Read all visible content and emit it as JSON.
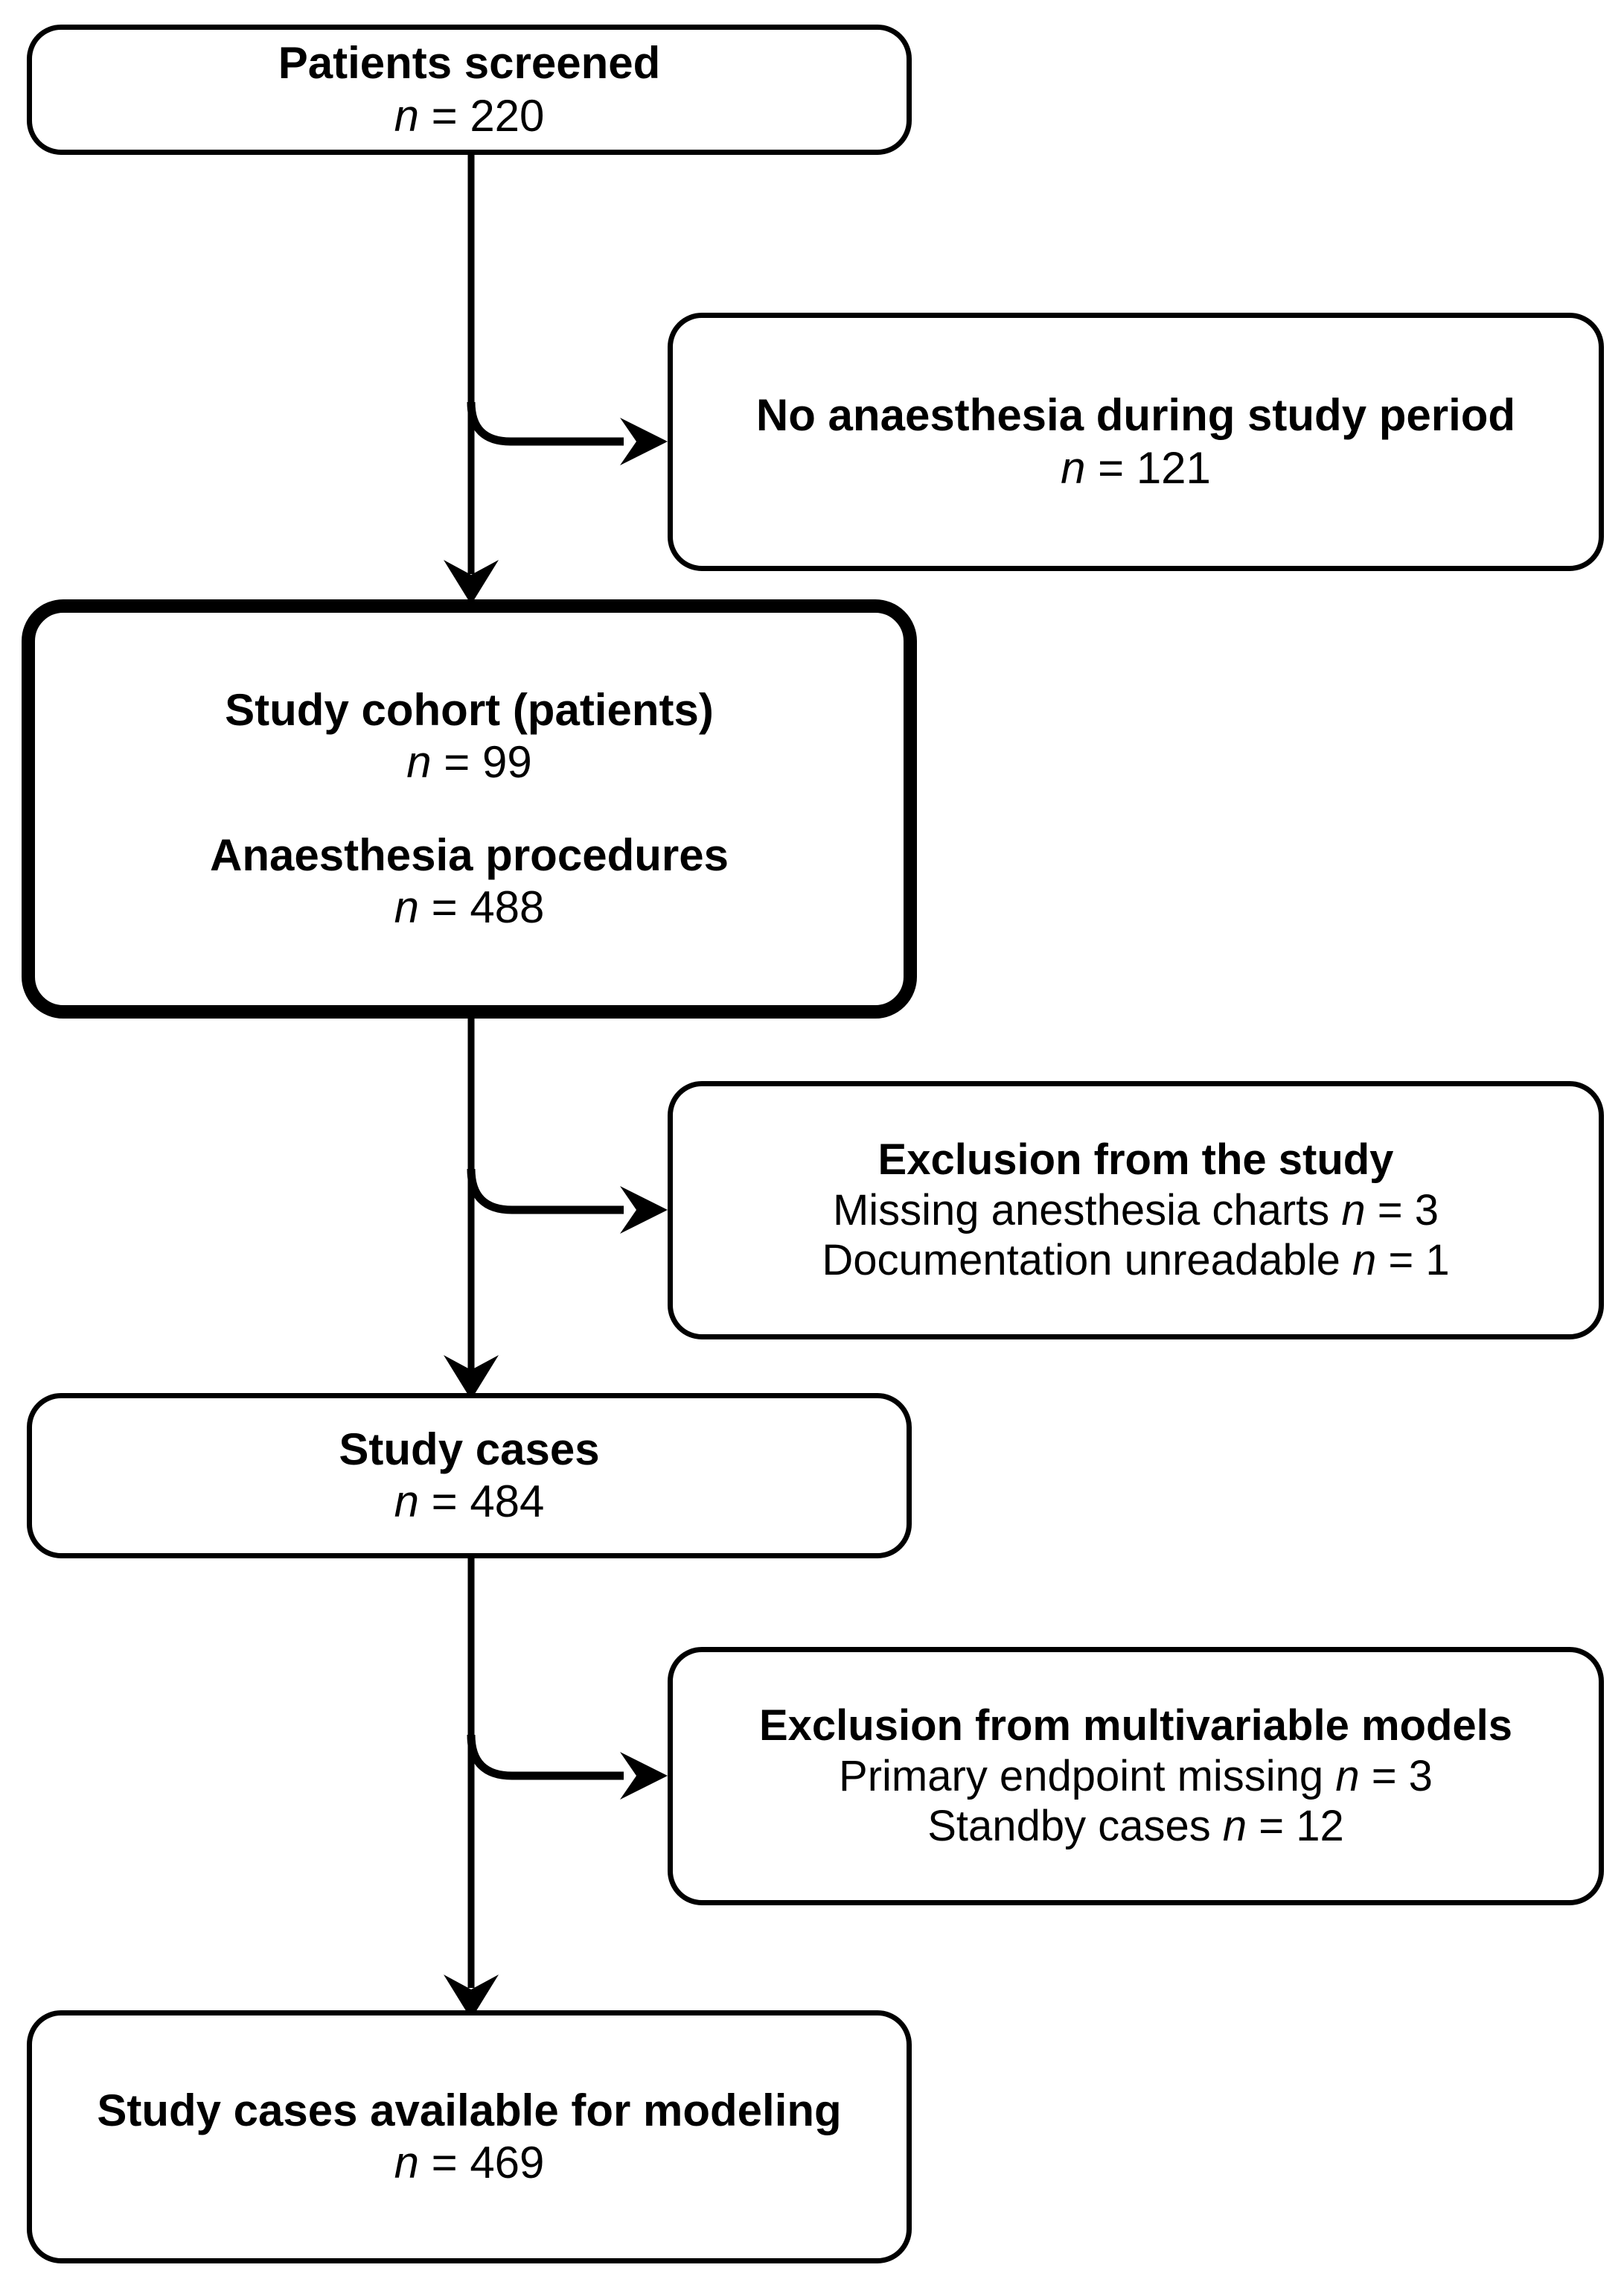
{
  "diagram": {
    "type": "flowchart",
    "title": "Patient and case selection flow",
    "orientation": "top-to-bottom",
    "colors": {
      "stroke": "#000000",
      "fill": "#ffffff",
      "text": "#000000"
    }
  },
  "nodes": [
    {
      "id": "screened",
      "name": "patients-screened-box",
      "emphasis": "normal",
      "lines": [
        {
          "text": "Patients screened",
          "style": "bold"
        },
        {
          "text": "n = 220",
          "style": "normal",
          "italic_prefix": "n"
        }
      ],
      "label": "Patients screened",
      "count_label": "n = 220",
      "n": 220
    },
    {
      "id": "no-anaesthesia",
      "name": "no-anaesthesia-box",
      "emphasis": "normal",
      "lines": [
        {
          "text": "No anaesthesia during study period",
          "style": "bold"
        },
        {
          "text": "n = 121",
          "style": "normal",
          "italic_prefix": "n"
        }
      ],
      "label": "No anaesthesia during study period",
      "count_label": "n = 121",
      "n": 121
    },
    {
      "id": "study-cohort",
      "name": "study-cohort-box",
      "emphasis": "thick",
      "lines": [
        {
          "text": "Study cohort (patients)",
          "style": "bold"
        },
        {
          "text": "n = 99",
          "style": "normal",
          "italic_prefix": "n"
        },
        {
          "text": "",
          "style": "gap"
        },
        {
          "text": "Anaesthesia procedures",
          "style": "bold"
        },
        {
          "text": "n = 488",
          "style": "normal",
          "italic_prefix": "n"
        }
      ],
      "label": "Study cohort (patients)",
      "count_label": "n = 99",
      "n": 99,
      "label_2": "Anaesthesia procedures",
      "count_label_2": "n = 488",
      "n_2": 488
    },
    {
      "id": "exclusion-study",
      "name": "exclusion-from-study-box",
      "emphasis": "normal",
      "lines": [
        {
          "text": "Exclusion from the study",
          "style": "bold"
        },
        {
          "text": "Missing anesthesia charts n = 3",
          "style": "normal"
        },
        {
          "text": "Documentation unreadable n = 1",
          "style": "normal"
        }
      ],
      "label": "Exclusion from the study",
      "reason_1": "Missing anesthesia charts n = 3",
      "reason_1_n": 3,
      "reason_2": "Documentation unreadable n = 1",
      "reason_2_n": 1
    },
    {
      "id": "study-cases",
      "name": "study-cases-box",
      "emphasis": "normal",
      "lines": [
        {
          "text": "Study cases",
          "style": "bold"
        },
        {
          "text": "n = 484",
          "style": "normal",
          "italic_prefix": "n"
        }
      ],
      "label": "Study cases",
      "count_label": "n = 484",
      "n": 484
    },
    {
      "id": "exclusion-multivariable",
      "name": "exclusion-from-multivariable-models-box",
      "emphasis": "normal",
      "lines": [
        {
          "text": "Exclusion from multivariable models",
          "style": "bold"
        },
        {
          "text": "Primary endpoint missing n = 3",
          "style": "normal"
        },
        {
          "text": "Standby cases n = 12",
          "style": "normal"
        }
      ],
      "label": "Exclusion from multivariable models",
      "reason_1": "Primary endpoint missing n = 3",
      "reason_1_n": 3,
      "reason_2": "Standby cases n = 12",
      "reason_2_n": 12
    },
    {
      "id": "available-modeling",
      "name": "study-cases-available-for-modeling-box",
      "emphasis": "normal",
      "lines": [
        {
          "text": "Study cases available for modeling",
          "style": "bold"
        },
        {
          "text": "n = 469",
          "style": "normal",
          "italic_prefix": "n"
        }
      ],
      "label": "Study cases available for modeling",
      "count_label": "n = 469",
      "n": 469
    }
  ],
  "edges": [
    {
      "from": "screened",
      "to": "study-cohort",
      "kind": "vertical-arrow"
    },
    {
      "from": "screened",
      "to": "no-anaesthesia",
      "kind": "branch-arrow"
    },
    {
      "from": "study-cohort",
      "to": "study-cases",
      "kind": "vertical-arrow"
    },
    {
      "from": "study-cohort",
      "to": "exclusion-study",
      "kind": "branch-arrow"
    },
    {
      "from": "study-cases",
      "to": "available-modeling",
      "kind": "vertical-arrow"
    },
    {
      "from": "study-cases",
      "to": "exclusion-multivariable",
      "kind": "branch-arrow"
    }
  ],
  "text": {
    "screened_title": "Patients screened",
    "screened_n": "n = 220",
    "no_anaesthesia_title": "No anaesthesia during study period",
    "no_anaesthesia_n": "n = 121",
    "cohort_title": "Study cohort (patients)",
    "cohort_n": "n = 99",
    "cohort_title2": "Anaesthesia procedures",
    "cohort_n2": "n = 488",
    "excl_study_title": "Exclusion from the study",
    "excl_study_r1": "Missing anesthesia charts",
    "excl_study_r1_n": "n = 3",
    "excl_study_r2": "Documentation unreadable",
    "excl_study_r2_n": "n = 1",
    "cases_title": "Study cases",
    "cases_n": "n = 484",
    "excl_mv_title": "Exclusion from multivariable models",
    "excl_mv_r1": "Primary endpoint missing",
    "excl_mv_r1_n": "n = 3",
    "excl_mv_r2": "Standby cases",
    "excl_mv_r2_n": "n = 12",
    "final_title": "Study cases available for modeling",
    "final_n": "n = 469",
    "n_symbol": "n",
    "eq": "="
  }
}
